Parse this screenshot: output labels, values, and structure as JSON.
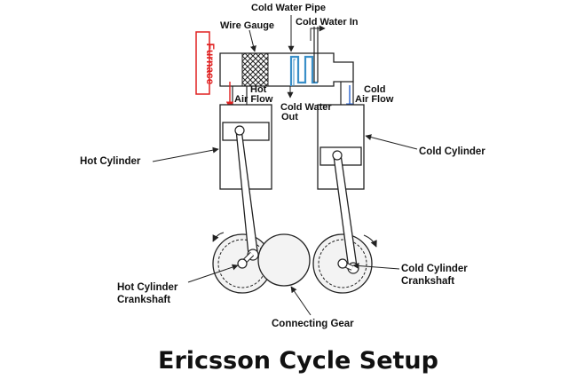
{
  "title": "Ericsson Cycle Setup",
  "labels": {
    "furnace": "Furnace",
    "wire_gauge": "Wire Gauge",
    "cold_water_pipe": "Cold Water Pipe",
    "cold_water_in": "Cold Water In",
    "hot": "Hot",
    "hot_air_flow": "Air Flow",
    "cold_water_out_1": "Cold Water",
    "cold_water_out_2": "Out",
    "cold": "Cold",
    "cold_air_flow": "Air Flow",
    "hot_cylinder": "Hot Cylinder",
    "cold_cylinder": "Cold Cylinder",
    "hot_crankshaft_1": "Hot Cylinder",
    "hot_crankshaft_2": "Crankshaft",
    "cold_crankshaft_1": "Cold Cylinder",
    "cold_crankshaft_2": "Crankshaft",
    "connecting_gear": "Connecting Gear"
  },
  "colors": {
    "hot": "#e02020",
    "cold": "#2a63d0",
    "pipe": "#3a8fc8",
    "line": "#222222",
    "gear_fill": "#f3f3f3"
  }
}
